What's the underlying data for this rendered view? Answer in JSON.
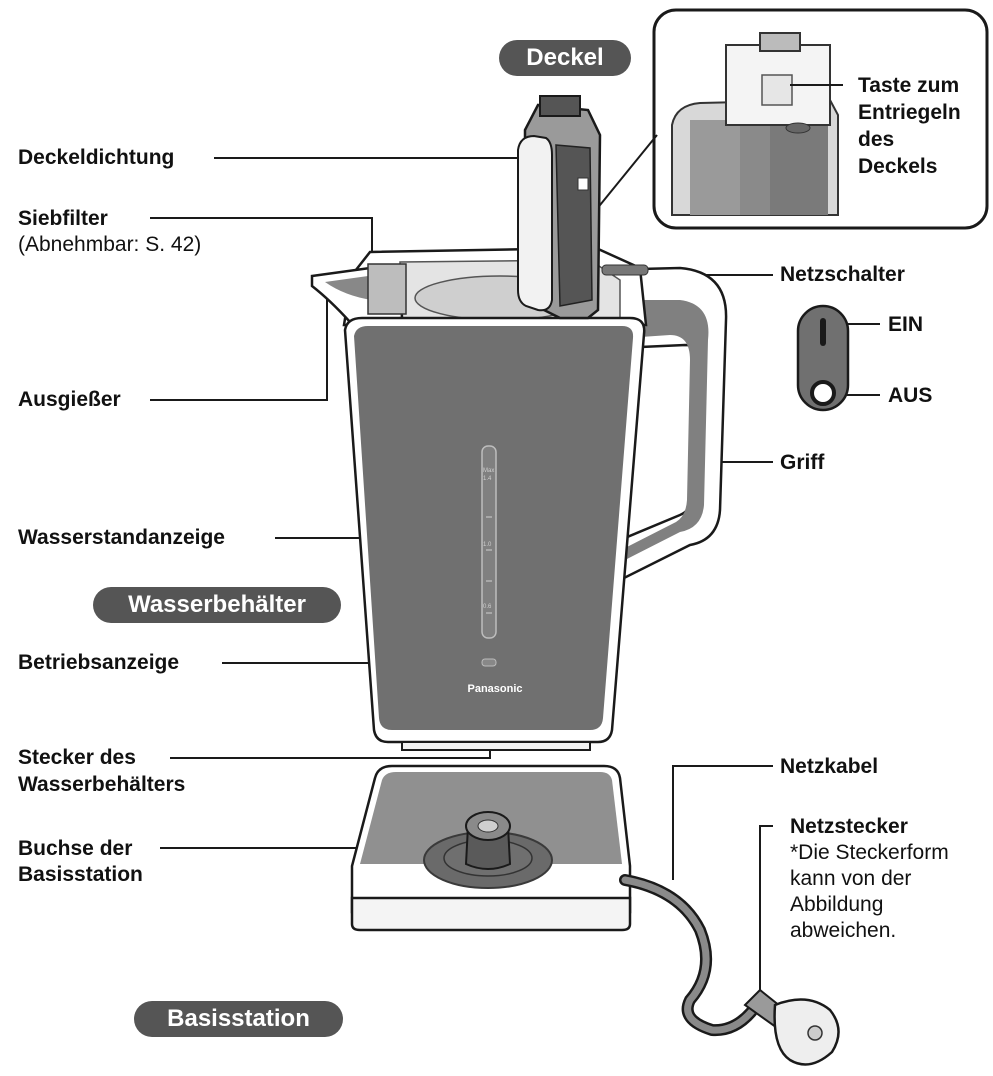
{
  "sections": {
    "lid": "Deckel",
    "container": "Wasserbehälter",
    "base": "Basisstation"
  },
  "labels": {
    "lid_seal": "Deckeldichtung",
    "filter": "Siebfilter",
    "filter_note": "(Abnehmbar: S. 42)",
    "spout": "Ausgießer",
    "water_gauge": "Wasserstandanzeige",
    "indicator": "Betriebsanzeige",
    "plug_line1": "Stecker des",
    "plug_line2": "Wasserbehälters",
    "socket_line1": "Buchse der",
    "socket_line2": "Basisstation",
    "power_switch": "Netzschalter",
    "on": "EIN",
    "off": "AUS",
    "handle": "Griff",
    "power_cord": "Netzkabel",
    "power_plug": "Netzstecker",
    "plug_note": [
      "*Die Steckerform",
      " kann von der",
      " Abbildung",
      " abweichen."
    ],
    "release": [
      "Taste zum",
      "Entriegeln",
      "des",
      "Deckels"
    ]
  },
  "brand": "Panasonic",
  "gauge_marks": [
    "Max",
    "1.4",
    "1.0",
    "0.6"
  ],
  "colors": {
    "body": "#707070",
    "pill": "#555555",
    "outline": "#1a1a1a",
    "light": "#ececec"
  }
}
